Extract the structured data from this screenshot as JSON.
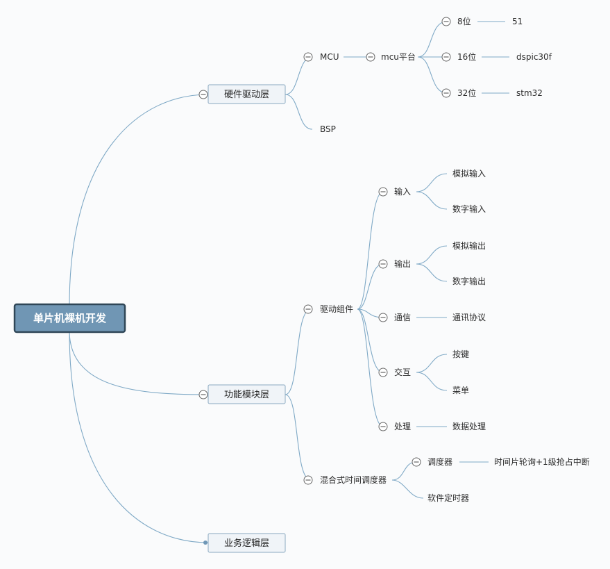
{
  "root": {
    "label": "单片机裸机开发"
  },
  "l1": {
    "hw": "硬件驱动层",
    "func": "功能模块层",
    "biz": "业务逻辑层"
  },
  "hw": {
    "mcu": "MCU",
    "bsp": "BSP",
    "platform": "mcu平台",
    "bit8": "8位",
    "bit16": "16位",
    "bit32": "32位",
    "ex8": "51",
    "ex16": "dspic30f",
    "ex32": "stm32"
  },
  "func": {
    "driver": "驱动组件",
    "input": "输入",
    "analog_in": "模拟输入",
    "digital_in": "数字输入",
    "output": "输出",
    "analog_out": "模拟输出",
    "digital_out": "数字输出",
    "comm": "通信",
    "protocol": "通讯协议",
    "interact": "交互",
    "key": "按键",
    "menu": "菜单",
    "process": "处理",
    "data_proc": "数据处理",
    "sched": "混合式时间调度器",
    "scheduler": "调度器",
    "scheduler_detail": "时间片轮询+1级抢占中断",
    "soft_timer": "软件定时器"
  },
  "colors": {
    "connector": "#7fa9c6",
    "root_fill": "#7096b4",
    "root_border": "#2f4657",
    "box_fill": "#f0f4f8",
    "box_border": "#8aa9c0"
  }
}
